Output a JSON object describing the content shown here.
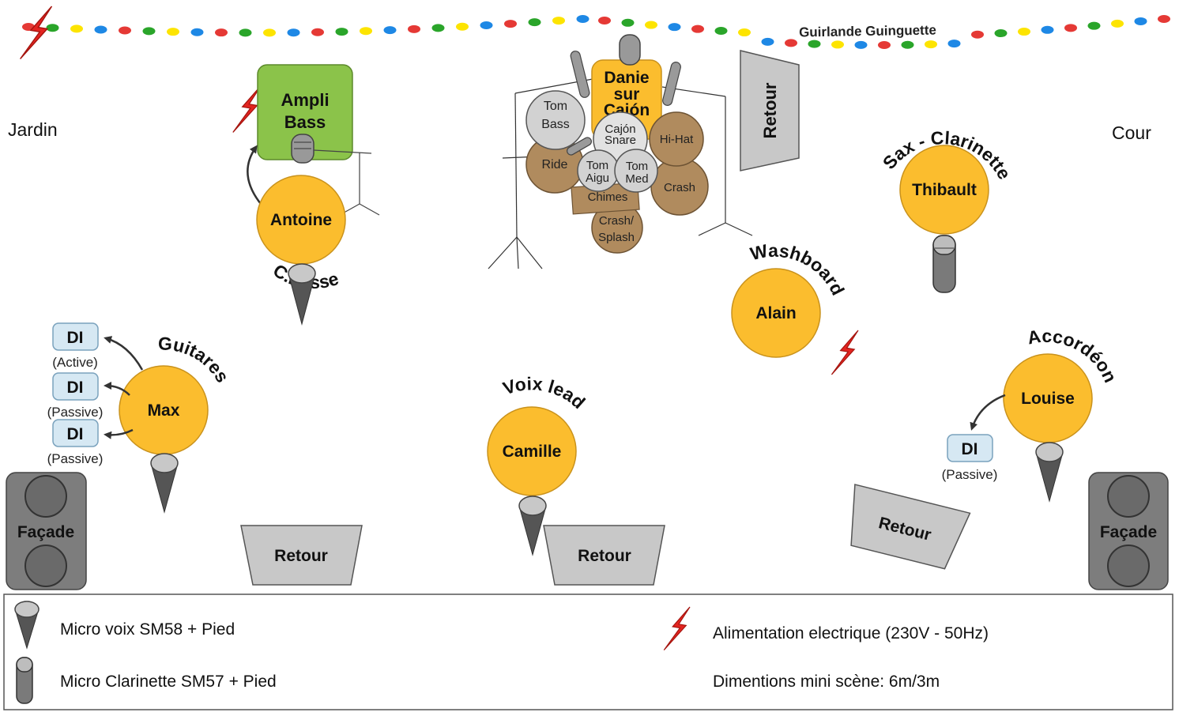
{
  "colors": {
    "musician_fill": "#fbbd2e",
    "musician_stroke": "#c9921c",
    "bass_amp": "#8bc34a",
    "drum_brown": "#b08b5e",
    "drum_grey": "#d2d2d2",
    "monitor": "#c8c8c8",
    "speaker": "#7d7d7d",
    "di_box": "#d6e8f3",
    "bolt": "#e32420",
    "garland_colors": [
      "#e53935",
      "#2aa52a",
      "#fde400",
      "#1e88e5"
    ]
  },
  "sides": {
    "left": "Jardin",
    "right": "Cour"
  },
  "garland": {
    "label": "Guirlande Guinguette"
  },
  "musicians": {
    "antoine": {
      "name": "Antoine",
      "instrument": "C.Basse"
    },
    "max": {
      "name": "Max",
      "instrument": "Guitares"
    },
    "camille": {
      "name": "Camille",
      "instrument": "Voix lead"
    },
    "alain": {
      "name": "Alain",
      "instrument": "Washboard"
    },
    "thibault": {
      "name": "Thibault",
      "instrument": "Sax - Clarinette"
    },
    "louise": {
      "name": "Louise",
      "instrument": "Accordéon"
    }
  },
  "bass_amp": {
    "line1": "Ampli",
    "line2": "Bass"
  },
  "drummer": {
    "line1": "Danie",
    "line2": "sur",
    "line3": "Cajón"
  },
  "drums": {
    "tom_bass": {
      "l1": "Tom",
      "l2": "Bass"
    },
    "cajon_snare": {
      "l1": "Cajón",
      "l2": "Snare"
    },
    "hihat": "Hi-Hat",
    "ride": "Ride",
    "tom_aigu": {
      "l1": "Tom",
      "l2": "Aigu"
    },
    "tom_med": {
      "l1": "Tom",
      "l2": "Med"
    },
    "crash": "Crash",
    "chimes": "Chimes",
    "crash_splash": {
      "l1": "Crash/",
      "l2": "Splash"
    }
  },
  "di_boxes": {
    "max_1": {
      "label": "DI",
      "type": "(Active)"
    },
    "max_2": {
      "label": "DI",
      "type": "(Passive)"
    },
    "max_3": {
      "label": "DI",
      "type": "(Passive)"
    },
    "louise": {
      "label": "DI",
      "type": "(Passive)"
    }
  },
  "monitors": {
    "drum": "Retour",
    "left": "Retour",
    "center": "Retour",
    "right": "Retour"
  },
  "speakers": {
    "left": "Façade",
    "right": "Façade"
  },
  "legend": {
    "sm58": "Micro voix SM58 + Pied",
    "sm57": "Micro Clarinette SM57 + Pied",
    "power": "Alimentation electrique (230V - 50Hz)",
    "stage_size": "Dimentions mini scène: 6m/3m"
  }
}
